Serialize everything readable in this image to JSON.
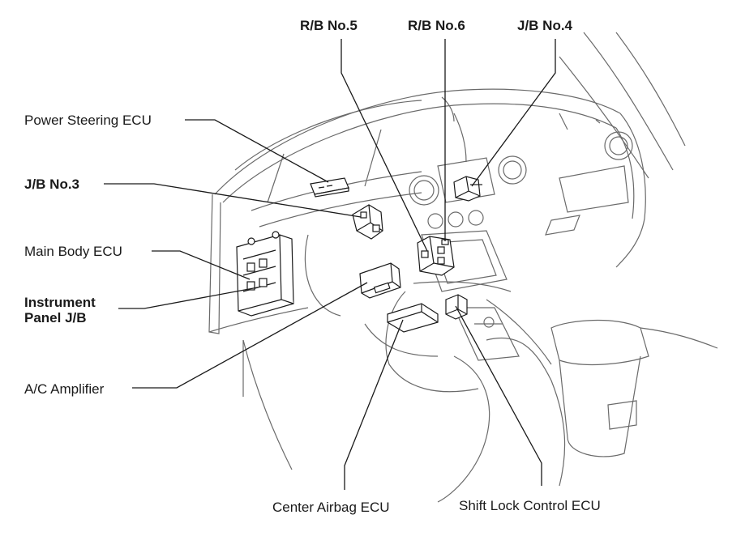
{
  "labels": {
    "rb5": "R/B No.5",
    "rb6": "R/B No.6",
    "jb4": "J/B No.4",
    "power_steering_ecu": "Power Steering ECU",
    "jb3": "J/B No.3",
    "main_body_ecu": "Main Body ECU",
    "instrument_panel_jb_line1": "Instrument",
    "instrument_panel_jb_line2": "Panel J/B",
    "ac_amplifier": "A/C Amplifier",
    "center_airbag_ecu": "Center Airbag ECU",
    "shift_lock_control_ecu": "Shift Lock Control ECU"
  },
  "colors": {
    "line": "#1a1a1a",
    "sketch": "#6a6a6a",
    "background": "#ffffff"
  }
}
